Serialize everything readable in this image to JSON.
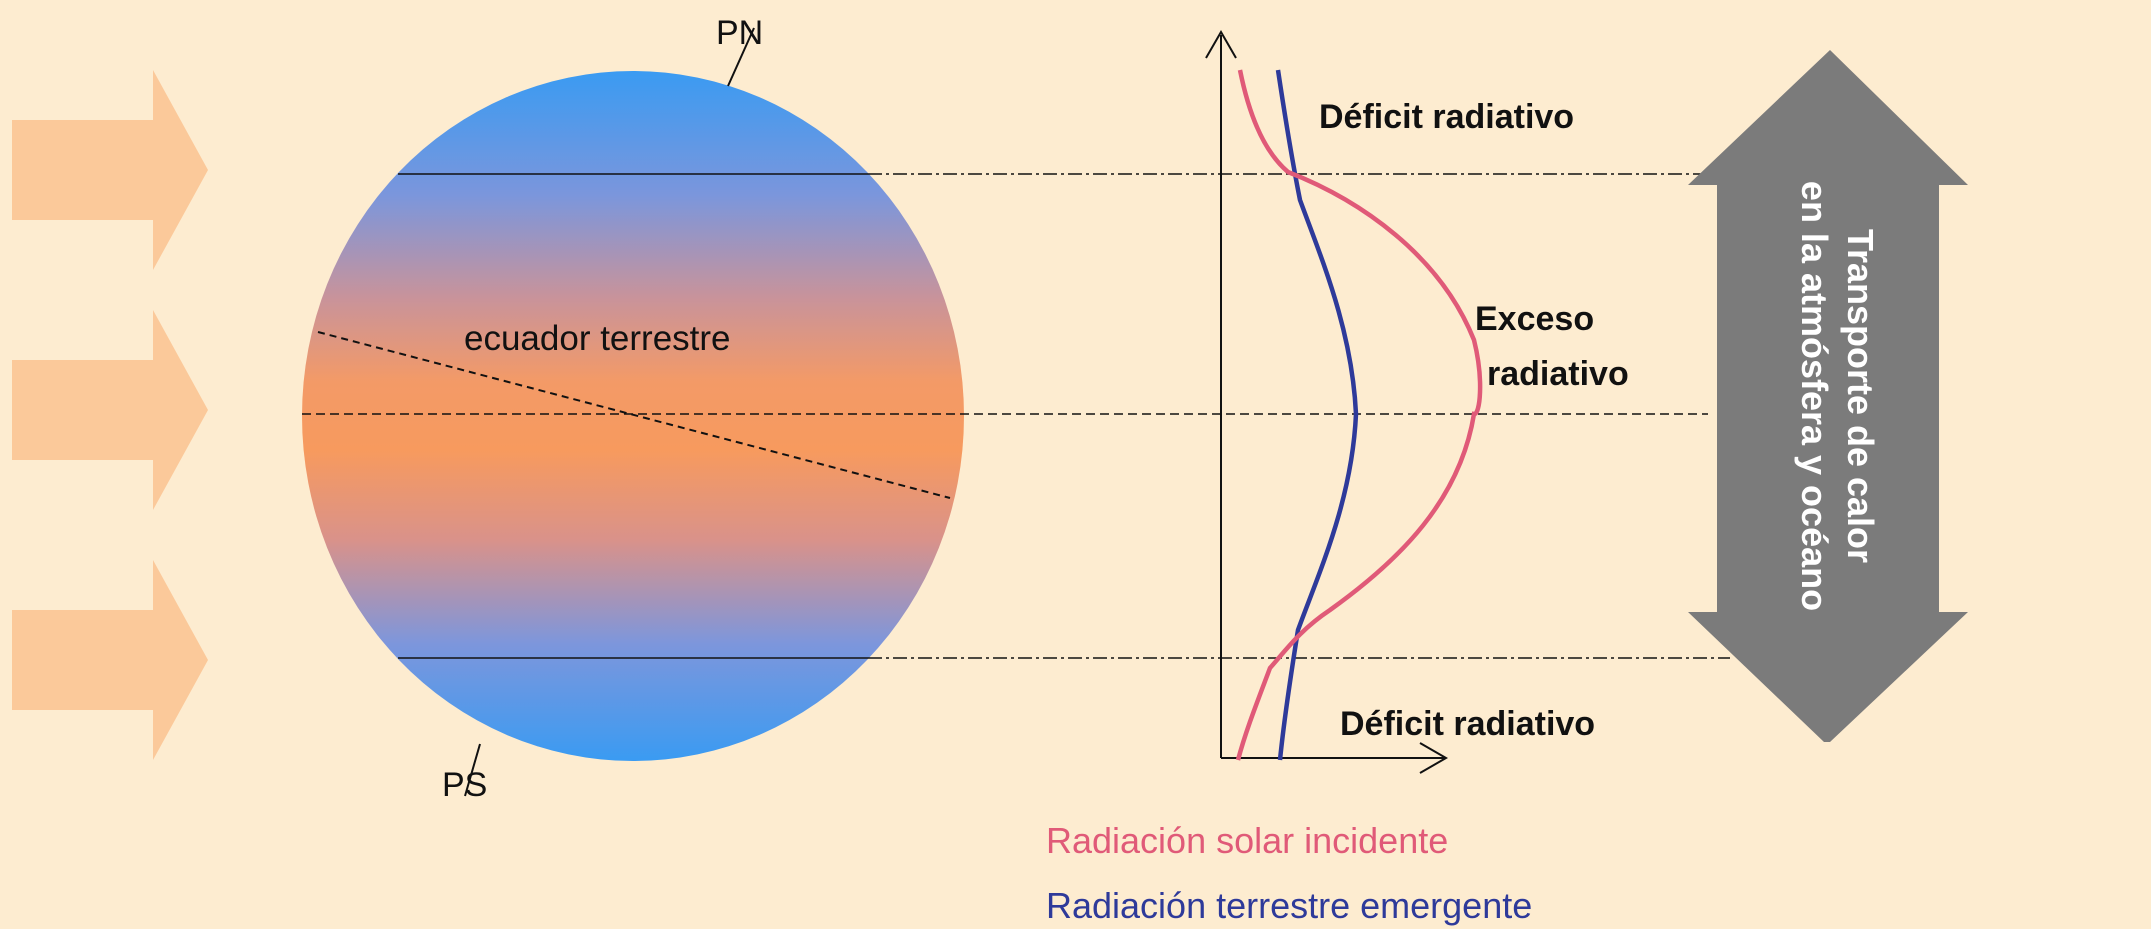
{
  "earth": {
    "north_pole": "PN",
    "south_pole": "PS",
    "equator_label": "ecuador terrestre"
  },
  "graph": {
    "deficit_top": "Déficit radiativo",
    "excess_line1": "Exceso",
    "excess_line2": "radiativo",
    "deficit_bottom": "Déficit radiativo"
  },
  "legend": {
    "solar": "Radiación solar incidente",
    "terrestrial": "Radiación terrestre emergente"
  },
  "transport": {
    "line1": "Transporte de calor",
    "line2": "en la atmósfera y océano"
  },
  "colors": {
    "background": "#fdecd0",
    "incoming_arrows": "#fbc99a",
    "earth_pole": "#3a9bf2",
    "earth_equator": "#f79a5e",
    "solar_curve": "#e05a78",
    "terrestrial_curve": "#2e3a9a",
    "transport_arrow": "#7b7b7b",
    "transport_text": "#ffffff"
  }
}
